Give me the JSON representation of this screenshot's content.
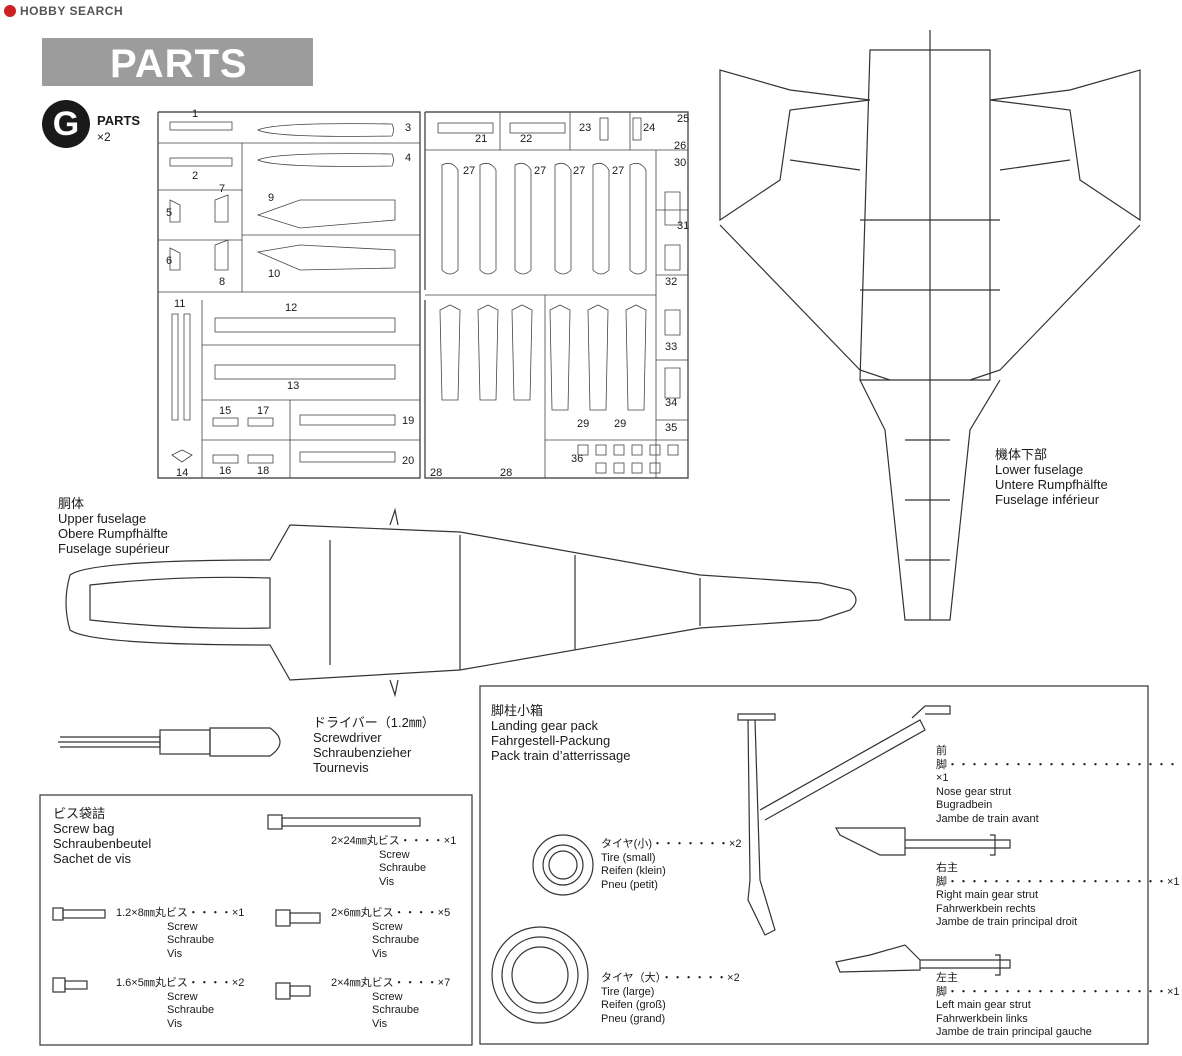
{
  "watermark": "HOBBY SEARCH",
  "banner": {
    "title": "PARTS"
  },
  "parts_tree": {
    "letter": "G",
    "label": "PARTS",
    "multiplier": "×2",
    "part_numbers": [
      {
        "n": "1"
      },
      {
        "n": "2"
      },
      {
        "n": "3"
      },
      {
        "n": "4"
      },
      {
        "n": "5"
      },
      {
        "n": "6"
      },
      {
        "n": "7"
      },
      {
        "n": "8"
      },
      {
        "n": "9"
      },
      {
        "n": "10"
      },
      {
        "n": "11"
      },
      {
        "n": "12"
      },
      {
        "n": "13"
      },
      {
        "n": "14"
      },
      {
        "n": "15"
      },
      {
        "n": "16"
      },
      {
        "n": "17"
      },
      {
        "n": "18"
      },
      {
        "n": "19"
      },
      {
        "n": "20"
      },
      {
        "n": "21"
      },
      {
        "n": "22"
      },
      {
        "n": "23"
      },
      {
        "n": "24"
      },
      {
        "n": "25"
      },
      {
        "n": "26"
      },
      {
        "n": "27"
      },
      {
        "n": "27"
      },
      {
        "n": "27"
      },
      {
        "n": "27"
      },
      {
        "n": "28"
      },
      {
        "n": "28"
      },
      {
        "n": "29"
      },
      {
        "n": "29"
      },
      {
        "n": "30"
      },
      {
        "n": "31"
      },
      {
        "n": "32"
      },
      {
        "n": "33"
      },
      {
        "n": "34"
      },
      {
        "n": "35"
      },
      {
        "n": "36"
      }
    ]
  },
  "upper_fuselage": {
    "jp": "胴体",
    "en": "Upper fuselage",
    "de": "Obere Rumpfhälfte",
    "fr": "Fuselage supérieur"
  },
  "lower_fuselage": {
    "jp": "機体下部",
    "en": "Lower fuselage",
    "de": "Untere Rumpfhälfte",
    "fr": "Fuselage inférieur"
  },
  "screwdriver": {
    "jp": "ドライバー（1.2㎜）",
    "en": "Screwdriver",
    "de": "Schraubenzieher",
    "fr": "Tournevis"
  },
  "screw_bag": {
    "title_jp": "ビス袋詰",
    "title_en": "Screw bag",
    "title_de": "Schraubenbeutel",
    "title_fr": "Sachet  de vis",
    "items": [
      {
        "spec": "2×24㎜丸ビス・・・・×1",
        "en": "Screw",
        "de": "Schraube",
        "fr": "Vis"
      },
      {
        "spec": "1.2×8㎜丸ビス・・・・×1",
        "en": "Screw",
        "de": "Schraube",
        "fr": "Vis"
      },
      {
        "spec": "2×6㎜丸ビス・・・・×5",
        "en": "Screw",
        "de": "Schraube",
        "fr": "Vis"
      },
      {
        "spec": "1.6×5㎜丸ビス・・・・×2",
        "en": "Screw",
        "de": "Schraube",
        "fr": "Vis"
      },
      {
        "spec": "2×4㎜丸ビス・・・・×7",
        "en": "Screw",
        "de": "Schraube",
        "fr": "Vis"
      }
    ]
  },
  "landing_gear_pack": {
    "title_jp": "脚柱小箱",
    "title_en": "Landing gear pack",
    "title_de": "Fahrgestell-Packung",
    "title_fr": "Pack train d’atterrissage",
    "tire_small": {
      "spec": "タイヤ(小)・・・・・・・×2",
      "en": "Tire (small)",
      "de": "Reifen (klein)",
      "fr": "Pneu (petit)"
    },
    "tire_large": {
      "spec": "タイヤ（大）・・・・・・×2",
      "en": "Tire (large)",
      "de": "Reifen (groß)",
      "fr": "Pneu (grand)"
    },
    "nose_strut": {
      "spec": "前脚・・・・・・・・・・・・・・・・・・・・・×1",
      "en": "Nose gear strut",
      "de": "Bugradbein",
      "fr": "Jambe de train avant"
    },
    "right_strut": {
      "spec": "右主脚・・・・・・・・・・・・・・・・・・・・×1",
      "en": "Right main gear strut",
      "de": "Fahrwerkbein rechts",
      "fr": "Jambe de train principal droit"
    },
    "left_strut": {
      "spec": "左主脚・・・・・・・・・・・・・・・・・・・・×1",
      "en": "Left main gear strut",
      "de": "Fahrwerkbein links",
      "fr": "Jambe de train principal gauche"
    }
  }
}
